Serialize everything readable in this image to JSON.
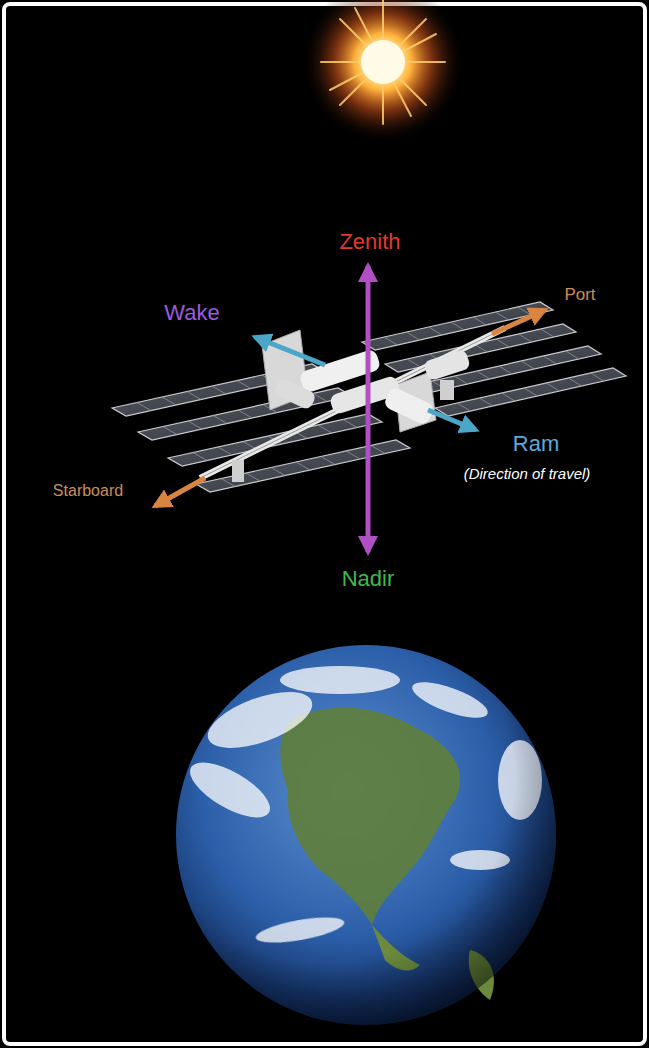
{
  "diagram": {
    "labels": [
      "Zenith",
      "Wake",
      "Port",
      "Ram",
      "(Direction of travel)",
      "Starboard",
      "Nadir"
    ]
  }
}
